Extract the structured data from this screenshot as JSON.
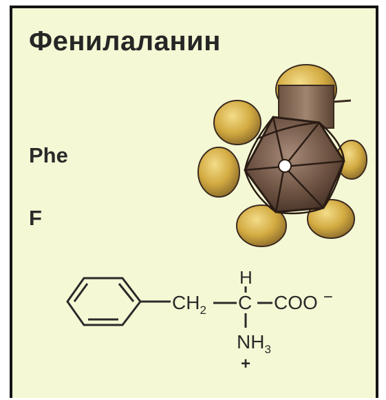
{
  "diagram": {
    "title": "Фенилаланин",
    "three_letter_code": "Phe",
    "one_letter_code": "F",
    "formula": {
      "h_atom": "H",
      "ch2_main": "CH",
      "ch2_sub": "2",
      "alpha_carbon": "C",
      "carboxylate": "COO",
      "carboxylate_charge": "−",
      "amine_main": "NH",
      "amine_sub": "3",
      "amine_charge": "+"
    }
  },
  "colors": {
    "background": "#f4f8d4",
    "border": "#141414",
    "text": "#262626",
    "ring_dark": "#5e4638",
    "ring_gold": "#c9a13a"
  }
}
